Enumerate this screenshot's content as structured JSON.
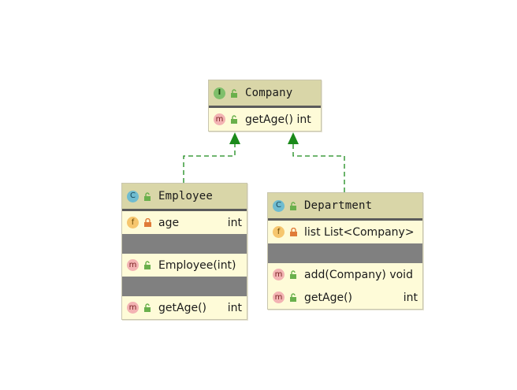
{
  "diagram": {
    "company": {
      "kind_badge": "I",
      "title": "Company",
      "methods": [
        {
          "badge": "m",
          "name": "getAge() int",
          "type": ""
        }
      ]
    },
    "employee": {
      "kind_badge": "C",
      "title": "Employee",
      "fields": [
        {
          "badge": "f",
          "name": "age",
          "type": "int"
        }
      ],
      "constructors": [
        {
          "badge": "m",
          "name": "Employee(int)",
          "type": ""
        }
      ],
      "methods": [
        {
          "badge": "m",
          "name": "getAge()",
          "type": "int"
        }
      ]
    },
    "department": {
      "kind_badge": "C",
      "title": "Department",
      "fields": [
        {
          "badge": "f",
          "name": "list List<Company>",
          "type": ""
        }
      ],
      "methods": [
        {
          "badge": "m",
          "name": "add(Company) void",
          "type": ""
        },
        {
          "badge": "m",
          "name": "getAge()",
          "type": "int"
        }
      ]
    },
    "relations": [
      {
        "from": "Employee",
        "to": "Company",
        "type": "implements"
      },
      {
        "from": "Department",
        "to": "Company",
        "type": "implements"
      }
    ],
    "colors": {
      "arrow": "#1a8a1a",
      "node_fill": "#fefbd8",
      "header_fill": "#d9d6a8",
      "separator": "#808080"
    }
  }
}
